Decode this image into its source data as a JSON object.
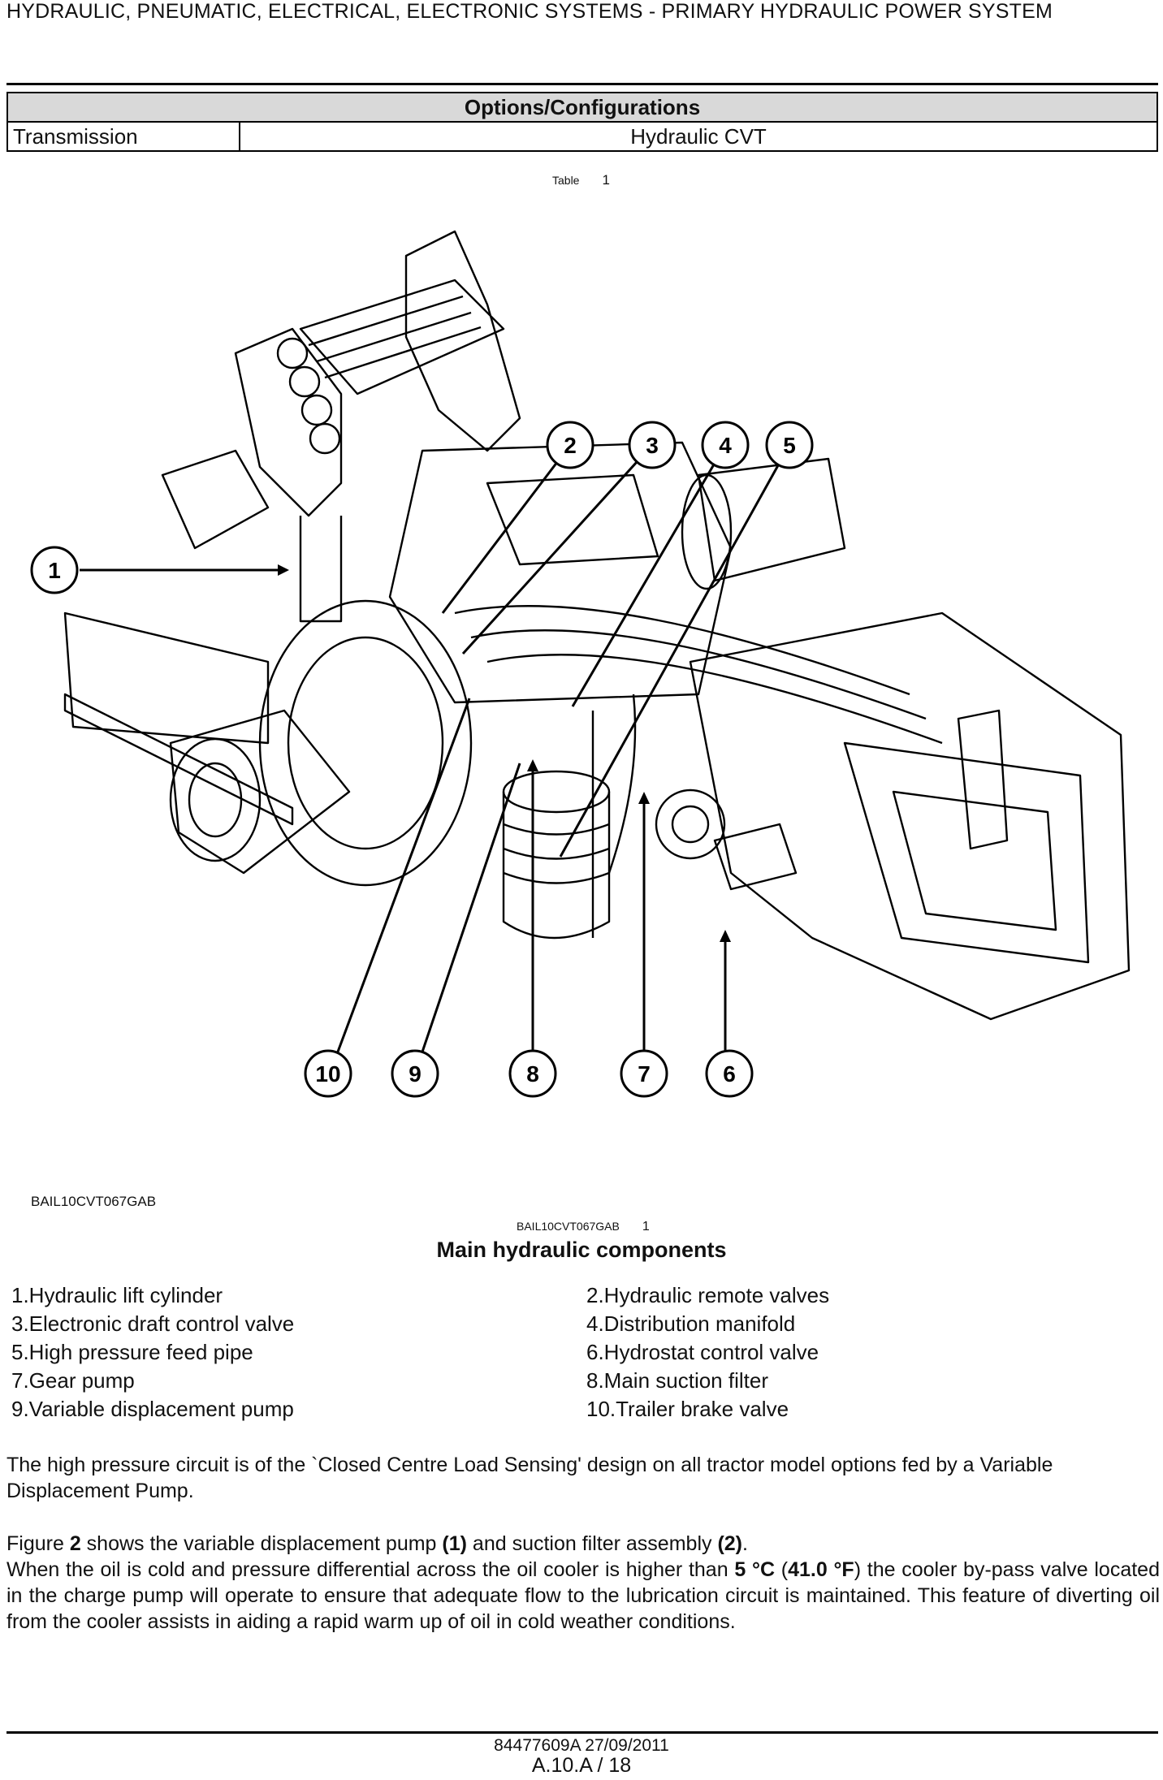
{
  "header": {
    "title": "HYDRAULIC, PNEUMATIC, ELECTRICAL, ELECTRONIC SYSTEMS - PRIMARY HYDRAULIC POWER SYSTEM"
  },
  "options_table": {
    "heading": "Options/Configurations",
    "row_label": "Transmission",
    "row_value": "Hydraulic CVT"
  },
  "table_caption": {
    "word": "Table",
    "number": "1"
  },
  "figure": {
    "code": "BAIL10CVT067GAB",
    "ref_code": "BAIL10CVT067GAB",
    "ref_number": "1",
    "title": "Main hydraulic components",
    "callouts": [
      "1",
      "2",
      "3",
      "4",
      "5",
      "6",
      "7",
      "8",
      "9",
      "10"
    ]
  },
  "legend": {
    "left": [
      "1.Hydraulic lift cylinder",
      "3.Electronic draft control valve",
      "5.High pressure feed pipe",
      "7.Gear pump",
      "9.Variable displacement pump"
    ],
    "right": [
      "2.Hydraulic remote valves",
      "4.Distribution manifold",
      "6.Hydrostat control valve",
      "8.Main suction filter",
      "10.Trailer brake valve"
    ]
  },
  "paragraphs": {
    "p1": "The high pressure circuit is of the `Closed Centre Load Sensing' design on all tractor model options fed by a Variable Displacement Pump.",
    "p2_a": "Figure ",
    "p2_fig": "2",
    "p2_b": " shows the variable displacement pump ",
    "p2_one": "(1)",
    "p2_c": " and suction filter assembly ",
    "p2_two": "(2)",
    "p2_d": ".",
    "p3_a": "When the oil is cold and pressure differential across the oil cooler is higher than ",
    "p3_c": "5 °C",
    "p3_b": " (",
    "p3_f": "41.0 °F",
    "p3_e": ") the cooler by-pass valve located in the charge pump will operate to ensure that adequate flow to the lubrication circuit is maintained. This feature of diverting oil from the cooler assists in aiding a rapid warm up of oil in cold weather conditions."
  },
  "footer": {
    "doc": "84477609A 27/09/2011",
    "page": "A.10.A / 18"
  }
}
